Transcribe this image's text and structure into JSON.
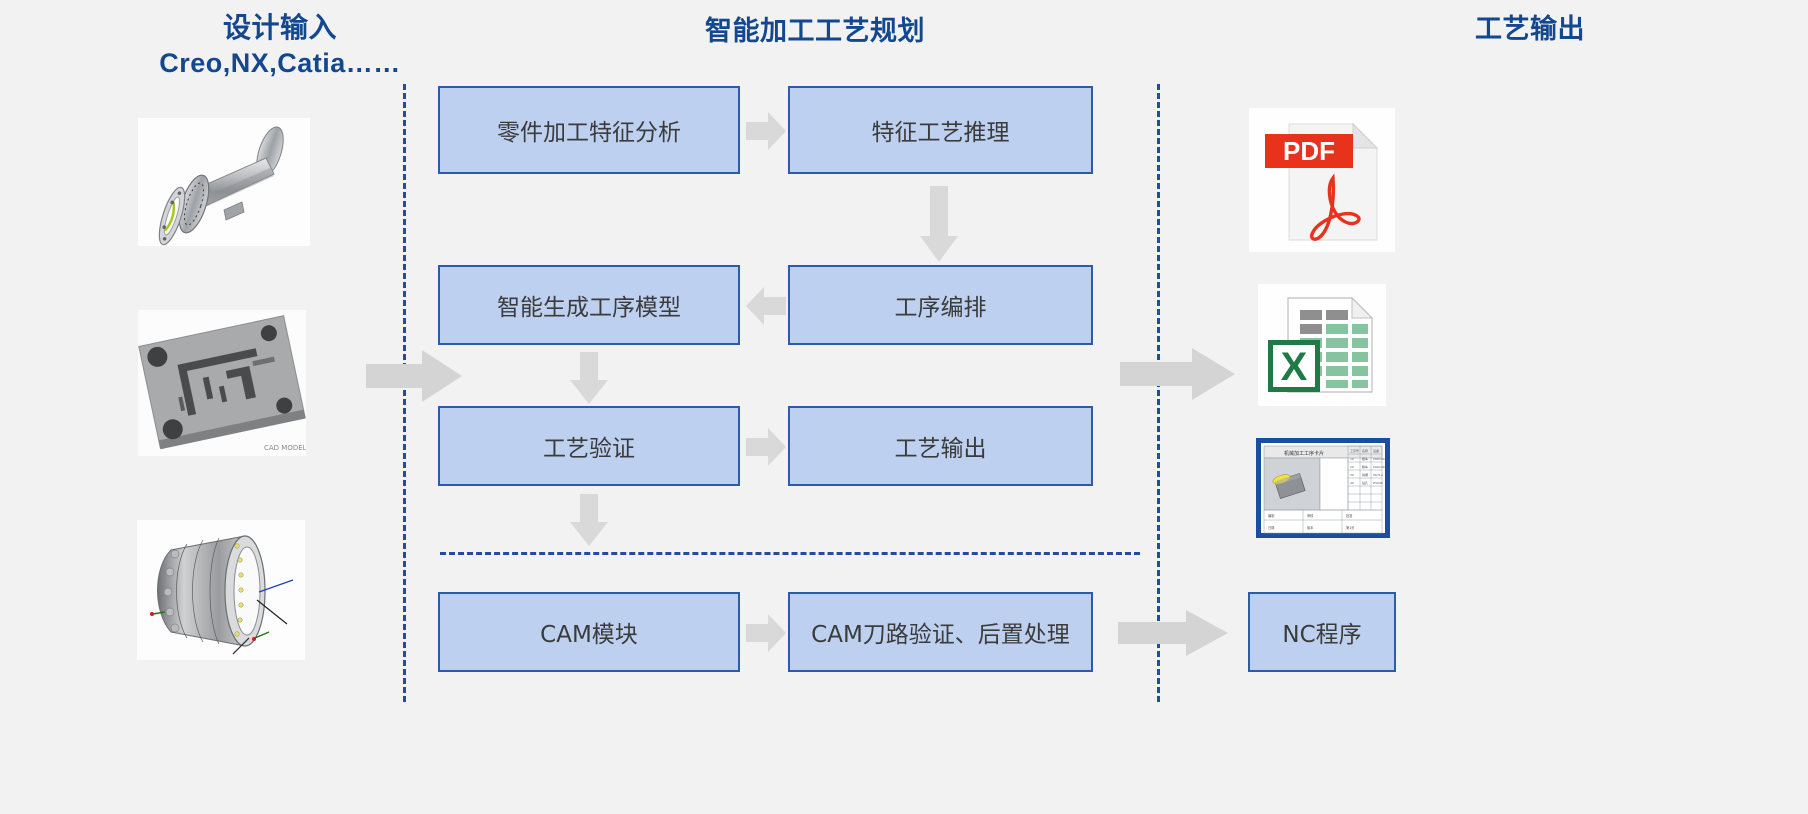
{
  "headers": {
    "left_title": "设计输入",
    "left_subtitle": "Creo,NX,Catia……",
    "center_title": "智能加工工艺规划",
    "right_title": "工艺输出"
  },
  "colors": {
    "header_blue": "#13488f",
    "box_fill": "#bdd0ef",
    "box_border": "#2c5ca8",
    "arrow_grey": "#d4d4d4",
    "dash_blue": "#1f4e9c",
    "background": "#f2f2f2",
    "pdf_red": "#e8331c",
    "excel_green": "#1f7a47"
  },
  "process_boxes": [
    {
      "id": "feature-analysis",
      "label": "零件加工特征分析"
    },
    {
      "id": "feature-reasoning",
      "label": "特征工艺推理"
    },
    {
      "id": "process-model-gen",
      "label": "智能生成工序模型"
    },
    {
      "id": "process-sequencing",
      "label": "工序编排"
    },
    {
      "id": "process-validation",
      "label": "工艺验证"
    },
    {
      "id": "process-output",
      "label": "工艺输出"
    },
    {
      "id": "cam-module",
      "label": "CAM模块"
    },
    {
      "id": "cam-verify-post",
      "label": "CAM刀路验证、后置处理"
    }
  ],
  "output_box": {
    "label": "NC程序"
  },
  "design_inputs": [
    {
      "id": "shaft-flange-render",
      "name": "metal-shaft-flange-cad-render"
    },
    {
      "id": "mold-plate-render",
      "name": "machined-mold-plate-cad-render"
    },
    {
      "id": "engine-casing-render",
      "name": "engine-casing-cad-render"
    }
  ],
  "outputs": [
    {
      "id": "pdf-doc",
      "name": "pdf-file-icon",
      "label": "PDF"
    },
    {
      "id": "excel-doc",
      "name": "excel-file-icon",
      "label": "X"
    },
    {
      "id": "process-sheet",
      "name": "process-sheet-thumbnail",
      "label": ""
    }
  ],
  "arrows": [
    {
      "id": "arrow-input-to-planning",
      "direction": "right"
    },
    {
      "id": "arrow-analysis-to-reasoning",
      "direction": "right"
    },
    {
      "id": "arrow-reasoning-to-sequencing",
      "direction": "down"
    },
    {
      "id": "arrow-sequencing-to-modelgen",
      "direction": "left"
    },
    {
      "id": "arrow-modelgen-to-validation",
      "direction": "down"
    },
    {
      "id": "arrow-validation-to-output",
      "direction": "right"
    },
    {
      "id": "arrow-validation-to-cam",
      "direction": "down"
    },
    {
      "id": "arrow-planning-to-outputs",
      "direction": "right"
    },
    {
      "id": "arrow-cam-to-nc",
      "direction": "right"
    },
    {
      "id": "arrow-campost-to-nc",
      "direction": "right"
    }
  ]
}
